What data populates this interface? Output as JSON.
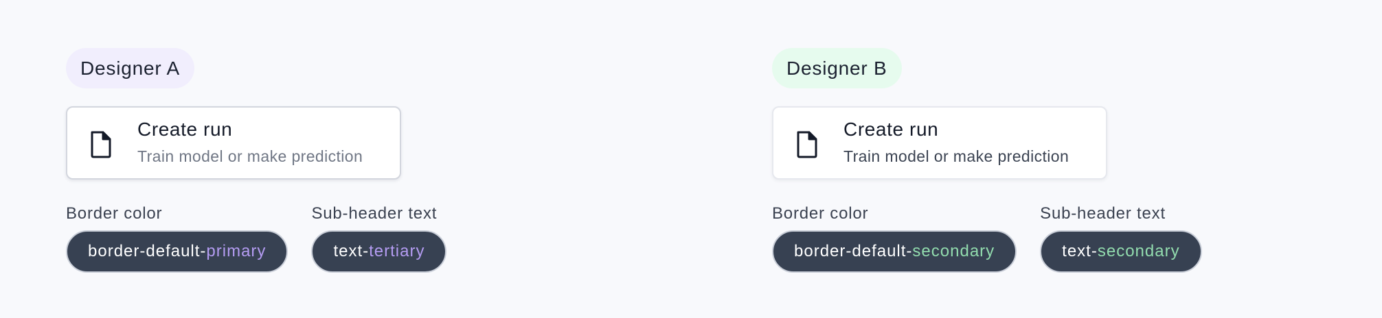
{
  "designer_a": {
    "tag": "Designer A",
    "card": {
      "icon": "file-icon",
      "title": "Create run",
      "subtitle": "Train model or make prediction"
    },
    "border_label": "Border color",
    "border_token_prefix": "border-default-",
    "border_token_accent": "primary",
    "subheader_label": "Sub-header text",
    "subheader_token_prefix": "text-",
    "subheader_token_accent": "tertiary",
    "accent_color": "#b49cf2",
    "tag_bg": "#f1eefd"
  },
  "designer_b": {
    "tag": "Designer B",
    "card": {
      "icon": "file-icon",
      "title": "Create run",
      "subtitle": "Train model or make prediction"
    },
    "border_label": "Border color",
    "border_token_prefix": "border-default-",
    "border_token_accent": "secondary",
    "subheader_label": "Sub-header text",
    "subheader_token_prefix": "text-",
    "subheader_token_accent": "secondary",
    "accent_color": "#92dcae",
    "tag_bg": "#e6fbee"
  }
}
